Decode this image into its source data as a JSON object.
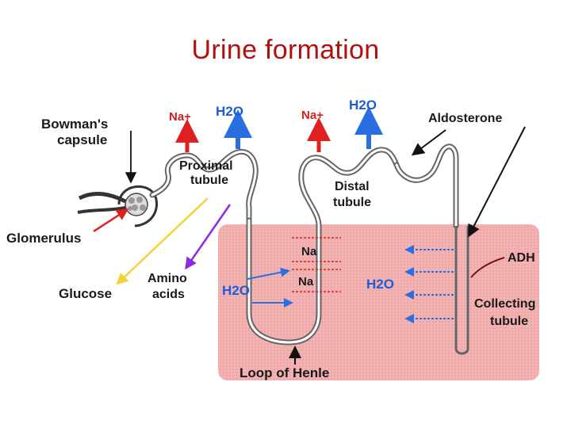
{
  "title": "Urine formation",
  "labels": {
    "bowmans_capsule_line1": "Bowman's",
    "bowmans_capsule_line2": "capsule",
    "glomerulus": "Glomerulus",
    "glucose": "Glucose",
    "amino_line1": "Amino",
    "amino_line2": "acids",
    "proximal_line1": "Proximal",
    "proximal_line2": "tubule",
    "distal_line1": "Distal",
    "distal_line2": "tubule",
    "aldosterone": "Aldosterone",
    "adh": "ADH",
    "collecting_line1": "Collecting",
    "collecting_line2": "tubule",
    "loop_of_henle": "Loop of Henle",
    "na_plus_1": "Na+",
    "h2o_1": "H2O",
    "na_plus_2": "Na+",
    "h2o_2": "H2O",
    "na_box_1": "Na",
    "na_box_2": "Na",
    "h2o_loop": "H2O",
    "h2o_collecting": "H2O"
  },
  "colors": {
    "title": "#b01010",
    "medulla": "#f4b6b6",
    "tubule_stroke": "#555555",
    "sodium_arrow": "#e02020",
    "water_arrow": "#2a6fe0",
    "glucose_arrow": "#f2d43a",
    "amino_arrow": "#8a2be2"
  }
}
